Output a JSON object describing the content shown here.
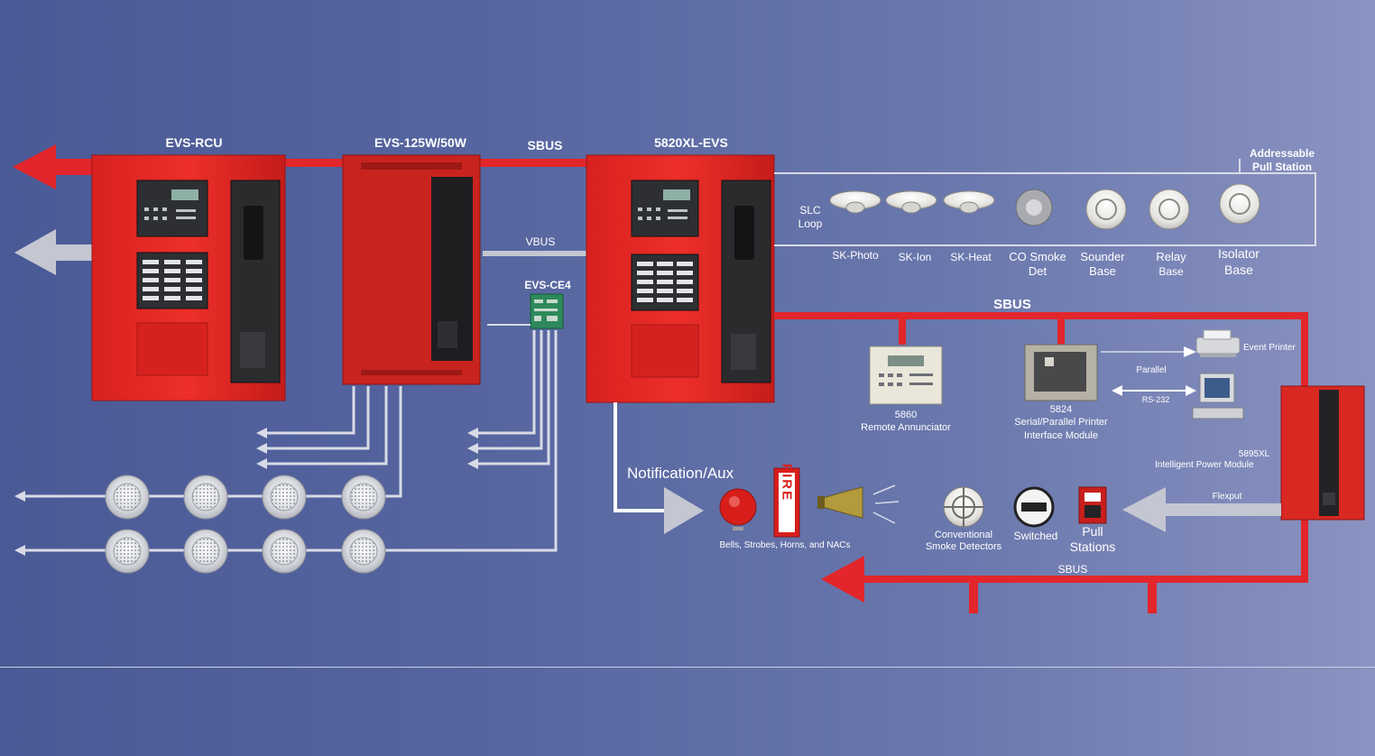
{
  "panels": {
    "rcu": "EVS-RCU",
    "amp": "EVS-125W/50W",
    "facp": "5820XL-EVS",
    "ce4": "EVS-CE4"
  },
  "buses": {
    "sbus_top": "SBUS",
    "vbus": "VBUS",
    "sbus_right": "SBUS",
    "sbus_bottom": "SBUS"
  },
  "slc": {
    "loop_label_1": "SLC",
    "loop_label_2": "Loop",
    "addressable_1": "Addressable",
    "addressable_2": "Pull Station",
    "devices": [
      {
        "l1": "SK-Photo",
        "l2": ""
      },
      {
        "l1": "SK-Ion",
        "l2": ""
      },
      {
        "l1": "SK-Heat",
        "l2": ""
      },
      {
        "l1": "CO Smoke",
        "l2": "Det"
      },
      {
        "l1": "Sounder",
        "l2": "Base"
      },
      {
        "l1": "Relay",
        "l2": "Base"
      },
      {
        "l1": "Isolator",
        "l2": "Base"
      }
    ]
  },
  "peripherals": {
    "annunciator_1": "5860",
    "annunciator_2": "Remote Annunciator",
    "printer_if_1": "5824",
    "printer_if_2": "Serial/Parallel Printer",
    "printer_if_3": "Interface Module",
    "event_printer": "Event Printer",
    "parallel": "Parallel",
    "rs232": "RS-232",
    "power_module_1": "5895XL",
    "power_module_2": "Intelligent Power Module",
    "flexput": "Flexput"
  },
  "notification": {
    "title": "Notification/Aux",
    "caption": "Bells, Strobes, Horns, and NACs",
    "fire_letters": "FIRE"
  },
  "initiating": {
    "conv_1": "Conventional",
    "conv_2": "Smoke Detectors",
    "switched": "Switched",
    "pull_1": "Pull",
    "pull_2": "Stations"
  },
  "colors": {
    "bus_red": "#e2262b",
    "panel_red": "#e52a26",
    "wire_gray": "#d8dbe6",
    "arrow_gray": "#c4c7d2"
  }
}
